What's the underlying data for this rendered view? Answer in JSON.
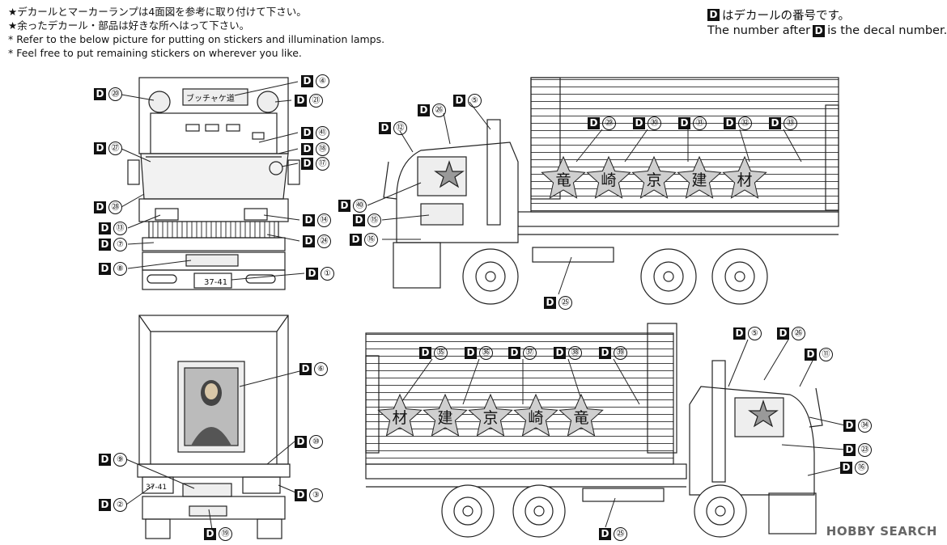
{
  "instructions": [
    "★デカールとマーカーランプは4面図を参考に取り付けて下さい。",
    "★余ったデカール・部品は好きな所へはって下さい。",
    "* Refer to the below picture for putting on stickers and illumination lamps.",
    "* Feel free to put remaining stickers on wherever you like."
  ],
  "legend": {
    "box_letter": "D",
    "jp_text": "はデカールの番号です。",
    "en_before": "The number after",
    "en_after": "is the decal number."
  },
  "callouts": {
    "front": [
      "⑳",
      "④",
      "㉑",
      "㊶",
      "⑱",
      "⑰",
      "㉗",
      "㉘",
      "⑬",
      "⑭",
      "⑦",
      "㉔",
      "⑧",
      "①"
    ],
    "rear": [
      "⑥",
      "⑩",
      "⑨",
      "②",
      "③",
      "⑲"
    ],
    "side_right": [
      "㉖",
      "⑤",
      "⑫",
      "㉙",
      "㉚",
      "㉛",
      "㉜",
      "㉝",
      "㊵",
      "⑮",
      "⑯",
      "㉕"
    ],
    "side_left": [
      "㉟",
      "㊱",
      "㊲",
      "㊳",
      "㊴",
      "⑤",
      "㉖",
      "⑪",
      "㉞",
      "㉓",
      "⑯",
      "㉕"
    ]
  },
  "body_decals": {
    "right": [
      "竜",
      "崎",
      "京",
      "建",
      "材"
    ],
    "left": [
      "材",
      "建",
      "京",
      "崎",
      "竜"
    ]
  },
  "plates": {
    "front": "37-41",
    "rear": "37-41"
  },
  "front_visor_text": "ブッチャケ道",
  "watermark": "HOBBY SEARCH"
}
